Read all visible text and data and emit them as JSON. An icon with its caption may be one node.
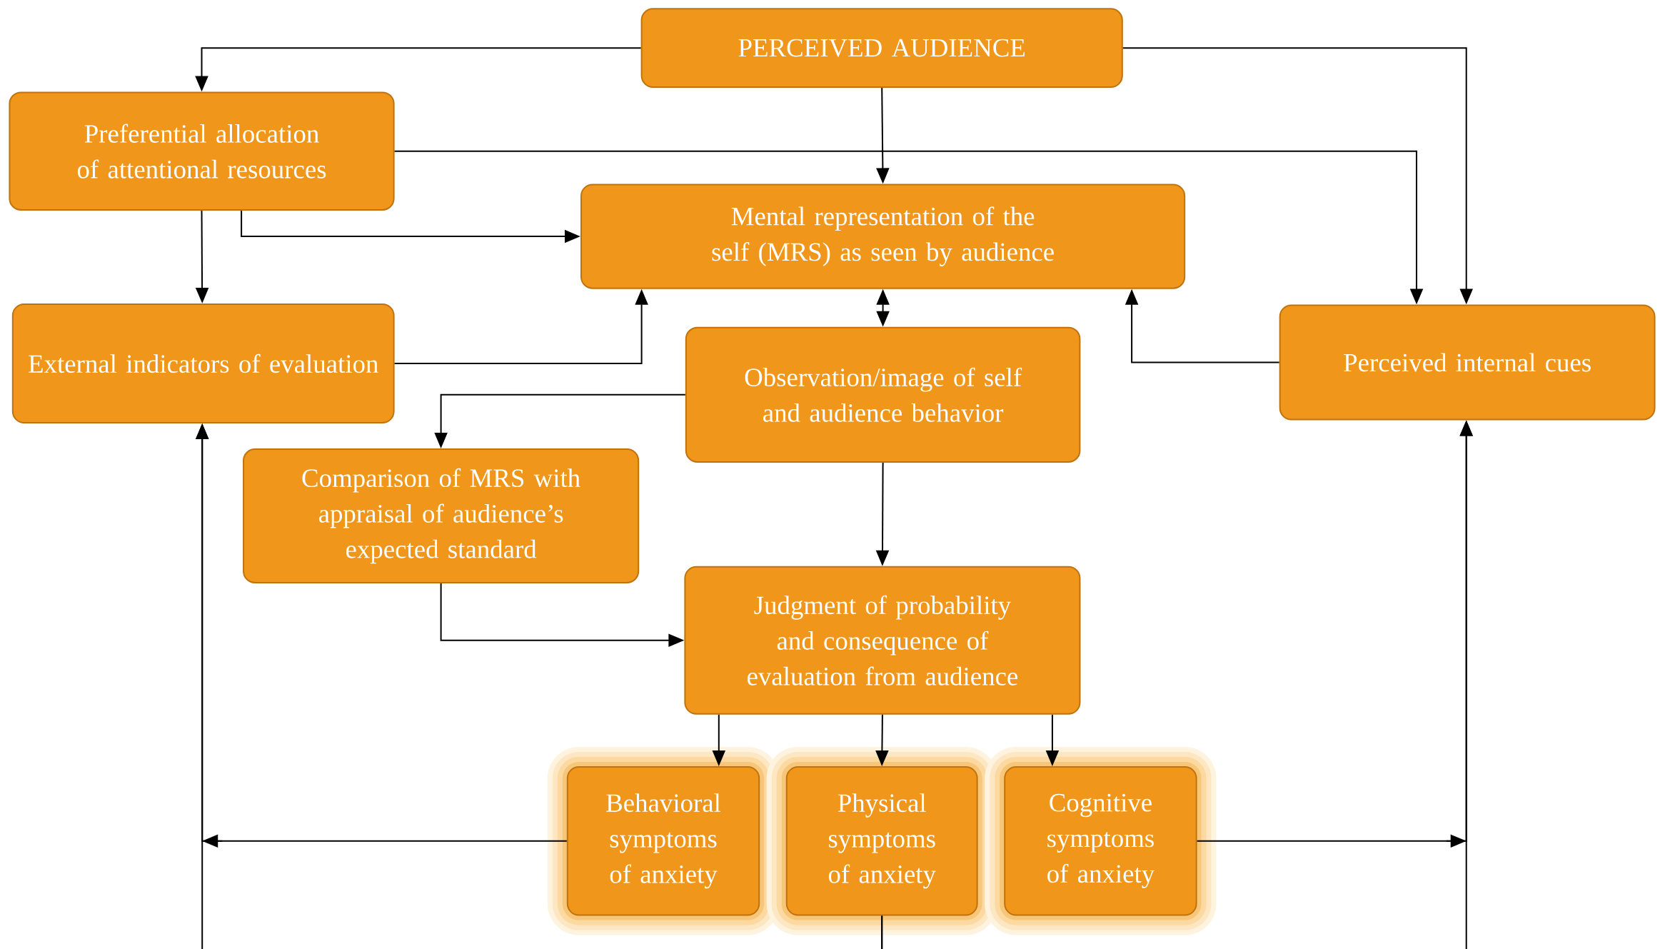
{
  "diagram": {
    "nodes": [
      {
        "text": [
          "PERCEIVED AUDIENCE"
        ]
      },
      {
        "text": [
          "Preferential allocation of attentional resources"
        ]
      },
      {
        "text": [
          "Mental representation of the self (MRS) as seen by audience"
        ]
      },
      {
        "text": [
          "External indicators of evaluation"
        ]
      },
      {
        "text": [
          "Observation/image of self and audience behavior"
        ]
      },
      {
        "text": [
          "Perceived internal cues"
        ]
      },
      {
        "text": [
          "Comparison of MRS with appraisal of audience’s expected standard"
        ]
      },
      {
        "text": [
          "Judgment of probability and consequence of evaluation from audience"
        ]
      },
      {
        "text": [
          "Behavioral symptoms of anxiety"
        ]
      },
      {
        "text": [
          "Physical symptoms of anxiety"
        ]
      },
      {
        "text": [
          "Cognitive symptoms of anxiety"
        ]
      }
    ],
    "edges": [
      {
        "from": 0,
        "to": 1,
        "arrow": "to"
      },
      {
        "from": 0,
        "to": 2,
        "arrow": "to"
      },
      {
        "from": 0,
        "to": 5,
        "arrow": "to"
      },
      {
        "from": 1,
        "to": 2,
        "arrow": "to"
      },
      {
        "from": 1,
        "to": 3,
        "arrow": "to"
      },
      {
        "from": 1,
        "to": 5,
        "arrow": "to"
      },
      {
        "from": 3,
        "to": 2,
        "arrow": "to"
      },
      {
        "from": 5,
        "to": 2,
        "arrow": "to"
      },
      {
        "from": 2,
        "to": 4,
        "arrow": "both"
      },
      {
        "from": 4,
        "to": 6,
        "arrow": "to"
      },
      {
        "from": 4,
        "to": 7,
        "arrow": "to"
      },
      {
        "from": 6,
        "to": 7,
        "arrow": "to"
      },
      {
        "from": 7,
        "to": 8,
        "arrow": "to"
      },
      {
        "from": 7,
        "to": 9,
        "arrow": "to"
      },
      {
        "from": 7,
        "to": 10,
        "arrow": "to"
      },
      {
        "from": 8,
        "to": 3,
        "arrow": "to"
      },
      {
        "from": 9,
        "to": 3,
        "arrow": "to"
      },
      {
        "from": 9,
        "to": 5,
        "arrow": "to"
      },
      {
        "from": 10,
        "to": 5,
        "arrow": "to"
      }
    ]
  }
}
